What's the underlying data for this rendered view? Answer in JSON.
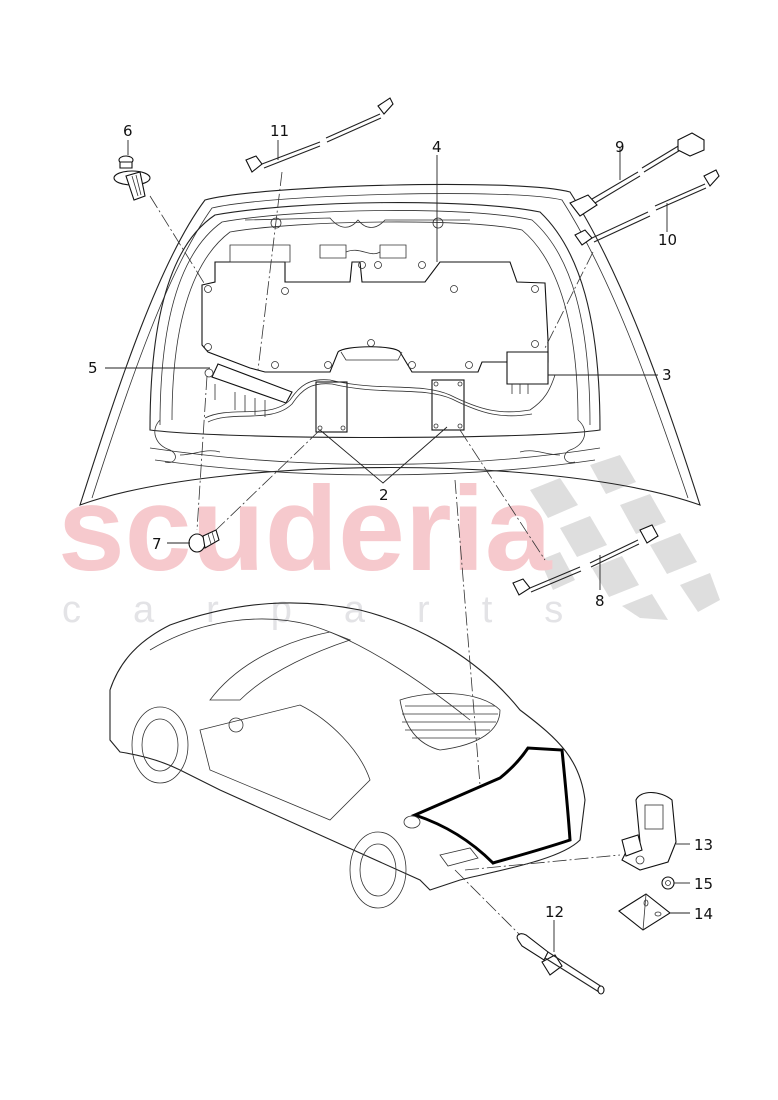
{
  "diagram": {
    "type": "exploded-parts-diagram",
    "subject": "convertible car boot lid with wiring, antenna modules and sensor",
    "watermark": {
      "brand": "scuderia",
      "tagline": "c a r   p a r t s",
      "brand_color": "#f6c9cd",
      "tagline_color": "#e3e3e6",
      "checker_color": "#dedede"
    },
    "callouts": [
      {
        "id": "2",
        "label": "2",
        "part": "antenna module (pair)"
      },
      {
        "id": "3",
        "label": "3",
        "part": "connector bracket / control unit"
      },
      {
        "id": "4",
        "label": "4",
        "part": "boot lid trim panel"
      },
      {
        "id": "5",
        "label": "5",
        "part": "amplifier module"
      },
      {
        "id": "6",
        "label": "6",
        "part": "expanding rivet clip"
      },
      {
        "id": "7",
        "label": "7",
        "part": "screw"
      },
      {
        "id": "8",
        "label": "8",
        "part": "wiring harness with connector"
      },
      {
        "id": "9",
        "label": "9",
        "part": "adapter lead"
      },
      {
        "id": "10",
        "label": "10",
        "part": "wiring harness with connector"
      },
      {
        "id": "11",
        "label": "11",
        "part": "wiring harness with connector"
      },
      {
        "id": "12",
        "label": "12",
        "part": "sensor with cable"
      },
      {
        "id": "13",
        "label": "13",
        "part": "bracket with sensor"
      },
      {
        "id": "14",
        "label": "14",
        "part": "mounting bracket"
      },
      {
        "id": "15",
        "label": "15",
        "part": "nut"
      }
    ]
  }
}
